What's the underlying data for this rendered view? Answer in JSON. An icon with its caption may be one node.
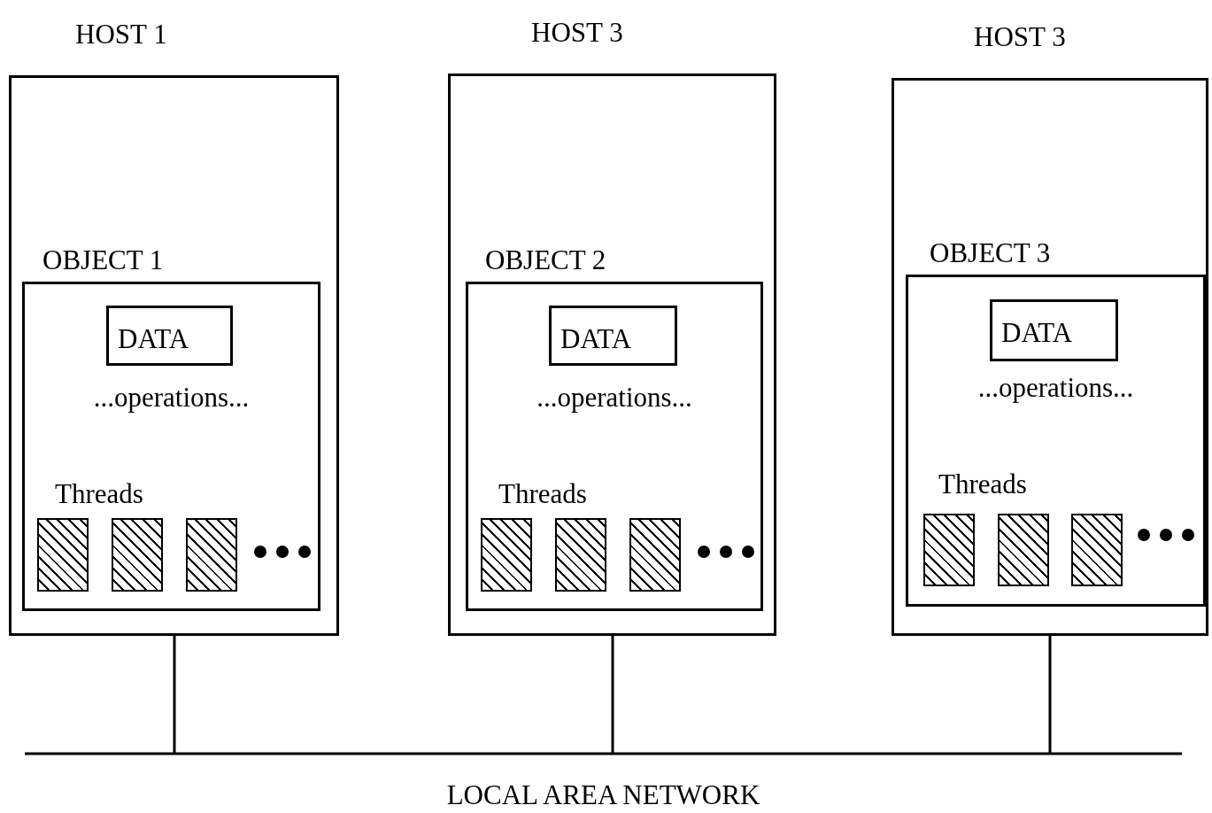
{
  "diagram": {
    "nodes": [
      {
        "text": [
          "HOST 1"
        ]
      },
      {
        "text": [
          "OBJECT 1",
          "...operations...",
          "Threads"
        ],
        "in": 0
      },
      {
        "text": [
          "DATA"
        ],
        "in": 1
      },
      {
        "text": [],
        "shape": "box",
        "in": 1
      },
      {
        "text": [],
        "shape": "box",
        "in": 1
      },
      {
        "text": [],
        "shape": "box",
        "in": 1
      },
      {
        "text": [
          "HOST 3"
        ]
      },
      {
        "text": [
          "OBJECT 2",
          "...operations...",
          "Threads"
        ],
        "in": 6
      },
      {
        "text": [
          "DATA"
        ],
        "in": 7
      },
      {
        "text": [],
        "shape": "box",
        "in": 7
      },
      {
        "text": [],
        "shape": "box",
        "in": 7
      },
      {
        "text": [],
        "shape": "box",
        "in": 7
      },
      {
        "text": [
          "HOST 3"
        ]
      },
      {
        "text": [
          "OBJECT 3",
          "...operations...",
          "Threads"
        ],
        "in": 12
      },
      {
        "text": [
          "DATA"
        ],
        "in": 13
      },
      {
        "text": [],
        "shape": "box",
        "in": 13
      },
      {
        "text": [],
        "shape": "box",
        "in": 13
      },
      {
        "text": [],
        "shape": "box",
        "in": 13
      },
      {
        "text": [
          "LOCAL AREA NETWORK"
        ]
      }
    ],
    "edges": [
      {
        "from": 0,
        "to": 18,
        "arrow": "none"
      },
      {
        "from": 6,
        "to": 18,
        "arrow": "none"
      },
      {
        "from": 12,
        "to": 18,
        "arrow": "none"
      }
    ]
  }
}
